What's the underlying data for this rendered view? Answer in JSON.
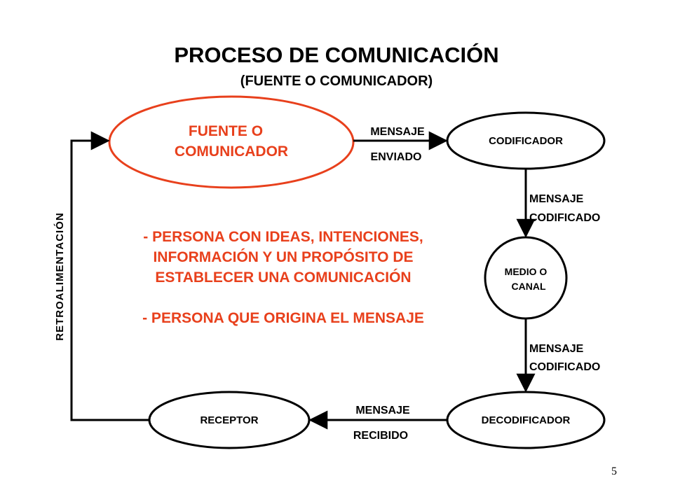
{
  "title": "PROCESO DE COMUNICACIÓN",
  "subtitle": "(FUENTE O COMUNICADOR)",
  "nodes": {
    "fuente": {
      "line1": "FUENTE O",
      "line2": "COMUNICADOR"
    },
    "codificador": {
      "label": "CODIFICADOR"
    },
    "medio": {
      "line1": "MEDIO O",
      "line2": "CANAL"
    },
    "decodificador": {
      "label": "DECODIFICADOR"
    },
    "receptor": {
      "label": "RECEPTOR"
    }
  },
  "edges": {
    "enviado": {
      "line1": "MENSAJE",
      "line2": "ENVIADO"
    },
    "codificado_1": {
      "line1": "MENSAJE",
      "line2": "CODIFICADO"
    },
    "codificado_2": {
      "line1": "MENSAJE",
      "line2": "CODIFICADO"
    },
    "recibido": {
      "line1": "MENSAJE",
      "line2": "RECIBIDO"
    },
    "feedback": {
      "label": "RETROALIMENTACIÓN"
    }
  },
  "description": {
    "line1": "- PERSONA CON IDEAS, INTENCIONES,",
    "line2": "INFORMACIÓN Y UN PROPÓSITO DE",
    "line3": "ESTABLECER UNA COMUNICACIÓN",
    "line4": "- PERSONA QUE ORIGINA EL MENSAJE"
  },
  "page_number": "5",
  "colors": {
    "accent": "#e8401c",
    "ink": "#000000",
    "background": "#ffffff"
  }
}
